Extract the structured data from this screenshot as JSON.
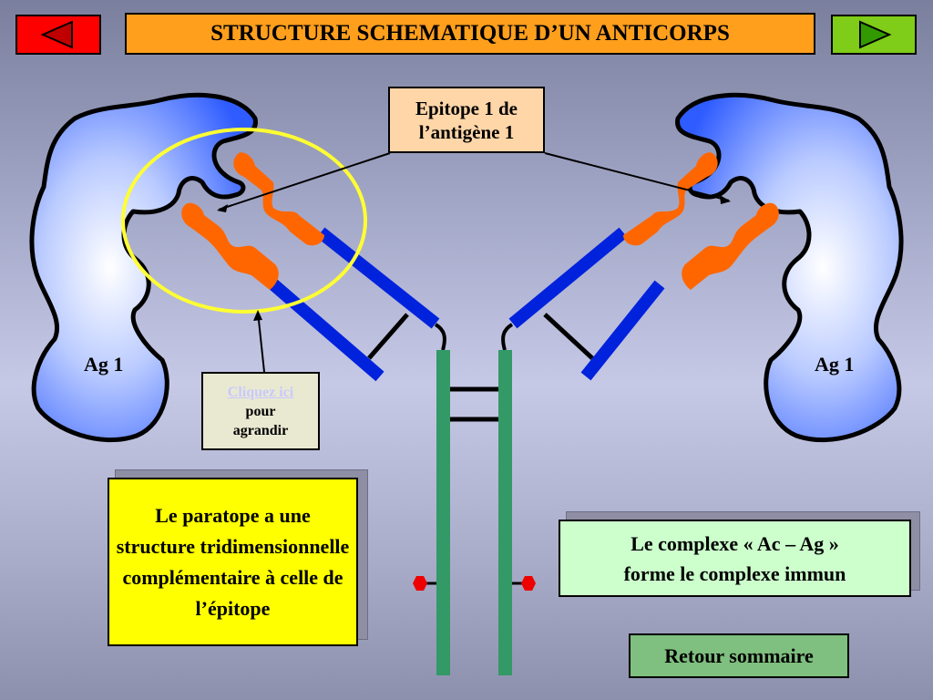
{
  "title": "STRUCTURE SCHEMATIQUE D’UN ANTICORPS",
  "nav": {
    "prev_icon": "triangle-left-icon",
    "next_icon": "triangle-right-icon"
  },
  "epitope": {
    "line1": "Epitope 1 de",
    "line2": "l’antigène 1"
  },
  "antigens": {
    "left_label": "Ag 1",
    "right_label": "Ag 1"
  },
  "click_box": {
    "link": "Cliquez ici",
    "line2": "pour",
    "line3": "agrandir"
  },
  "paratope_text": "Le paratope a une structure tridimensionnelle complémentaire à celle de l’épitope",
  "complexe": {
    "line1": "Le complexe « Ac – Ag »",
    "line2": "forme le complexe immun"
  },
  "retour_label": "Retour sommaire",
  "colors": {
    "title_bg": "#ff9f1c",
    "antigen_blue": "#3a6bff",
    "paratope_orange": "#ff6600",
    "chain_blue": "#0022dd",
    "chain_green": "#339966",
    "highlight_yellow": "#ffff33"
  }
}
